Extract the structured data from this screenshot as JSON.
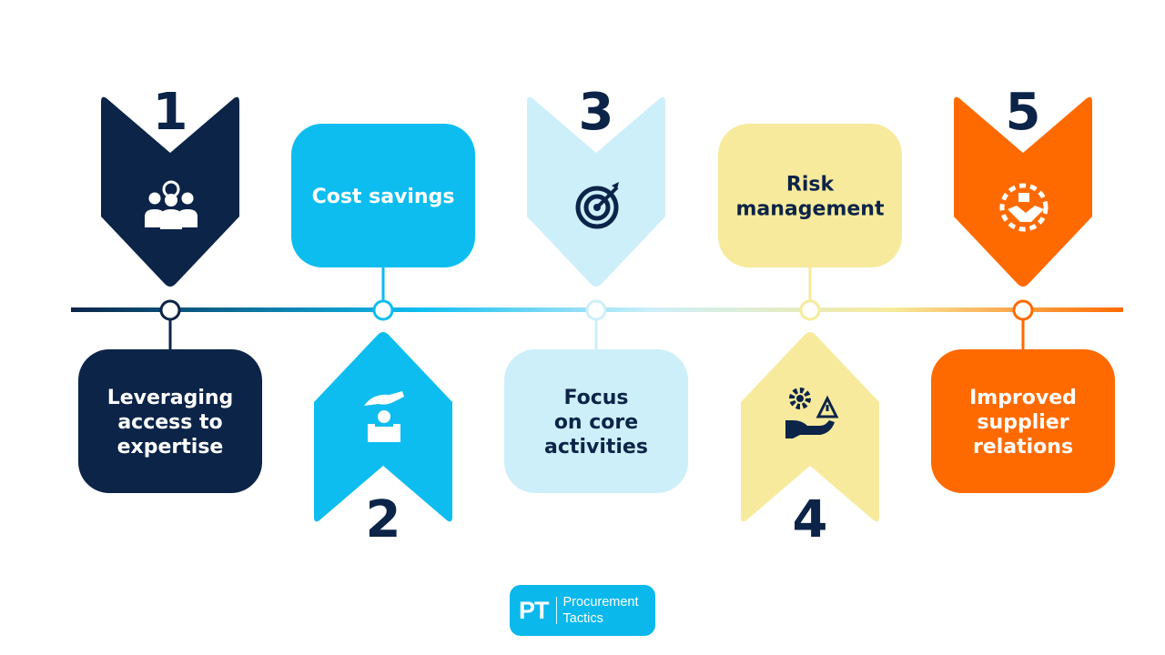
{
  "steps": [
    {
      "number": "1",
      "label": [
        "Leveraging",
        "access to",
        "expertise"
      ],
      "icon": "experts-icon",
      "color": "#0c2448",
      "text_color": "#ffffff"
    },
    {
      "number": "2",
      "label": [
        "Cost savings"
      ],
      "icon": "coin-deposit-icon",
      "color": "#0dbdf0",
      "text_color": "#ffffff"
    },
    {
      "number": "3",
      "label": [
        "Focus",
        "on core",
        "activities"
      ],
      "icon": "target-icon",
      "color": "#cdeffa",
      "text_color": "#0c2448"
    },
    {
      "number": "4",
      "label": [
        "Risk",
        "management"
      ],
      "icon": "risk-hand-icon",
      "color": "#f7ea9c",
      "text_color": "#0c2448"
    },
    {
      "number": "5",
      "label": [
        "Improved",
        "supplier",
        "relations"
      ],
      "icon": "handshake-gear-icon",
      "color": "#ff6a00",
      "text_color": "#ffffff"
    }
  ],
  "number_color": "#0c2448",
  "timeline_gradient": [
    "#0c2448",
    "#0dbdf0",
    "#cdeffa",
    "#f7ea9c",
    "#ff6a00"
  ],
  "logo": {
    "mark": "PT",
    "line1": "Procurement",
    "line2": "Tactics"
  }
}
